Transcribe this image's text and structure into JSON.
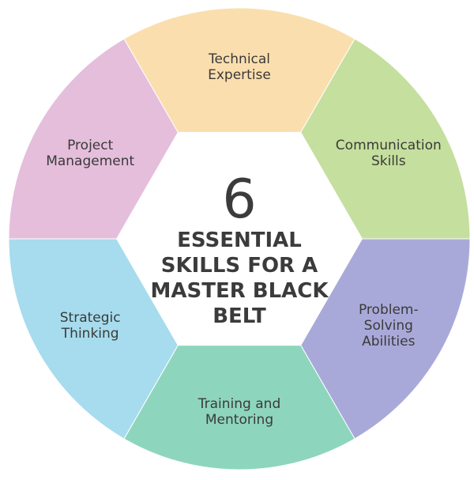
{
  "center": {
    "number": "6",
    "title_lines": [
      "ESSENTIAL",
      "SKILLS FOR A",
      "MASTER BLACK",
      "BELT"
    ]
  },
  "segments": [
    {
      "lines": [
        "Technical",
        "Expertise"
      ],
      "color": "#fbdeae"
    },
    {
      "lines": [
        "Communication",
        "Skills"
      ],
      "color": "#c5df9e"
    },
    {
      "lines": [
        "Problem-",
        "Solving",
        "Abilities"
      ],
      "color": "#a9a9d9"
    },
    {
      "lines": [
        "Training and",
        "Mentoring"
      ],
      "color": "#8ed5bd"
    },
    {
      "lines": [
        "Strategic",
        "Thinking"
      ],
      "color": "#a6dced"
    },
    {
      "lines": [
        "Project",
        "Management"
      ],
      "color": "#e5bedc"
    }
  ]
}
